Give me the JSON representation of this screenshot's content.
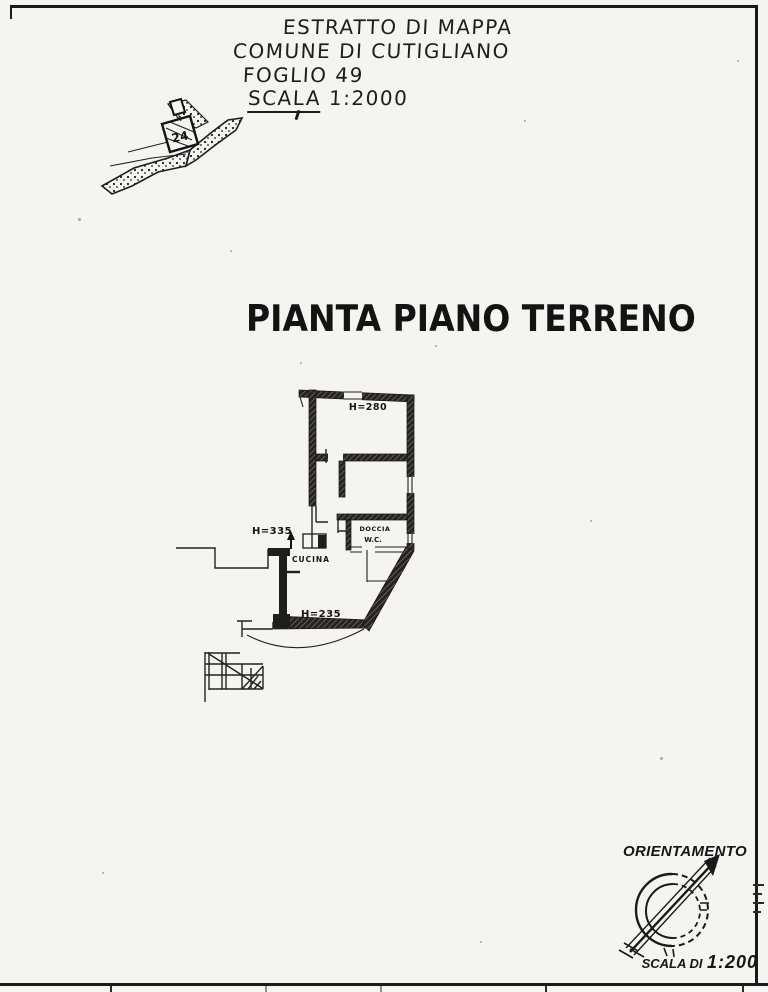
{
  "header": {
    "line1": "ESTRATTO DI MAPPA",
    "line2": "COMUNE DI CUTIGLIANO",
    "line3": "FOGLIO 49",
    "scala_label": "SCALA",
    "scala_value": "1:2000"
  },
  "map_sketch": {
    "parcel_number": "24"
  },
  "plan": {
    "title": "PIANTA PIANO TERRENO",
    "labels": {
      "h_top": "H=280",
      "h_door": "H=335",
      "kitchen": "CUCINA",
      "shower": "DOCCIA",
      "wc": "W.C.",
      "h_kitchen": "H=235"
    }
  },
  "orientation": {
    "title": "ORIENTAMENTO",
    "scale_label": "SCALA DI",
    "scale_value": "1:200"
  },
  "colors": {
    "paper": "#f5f4f0",
    "ink": "#1c1c1c"
  }
}
